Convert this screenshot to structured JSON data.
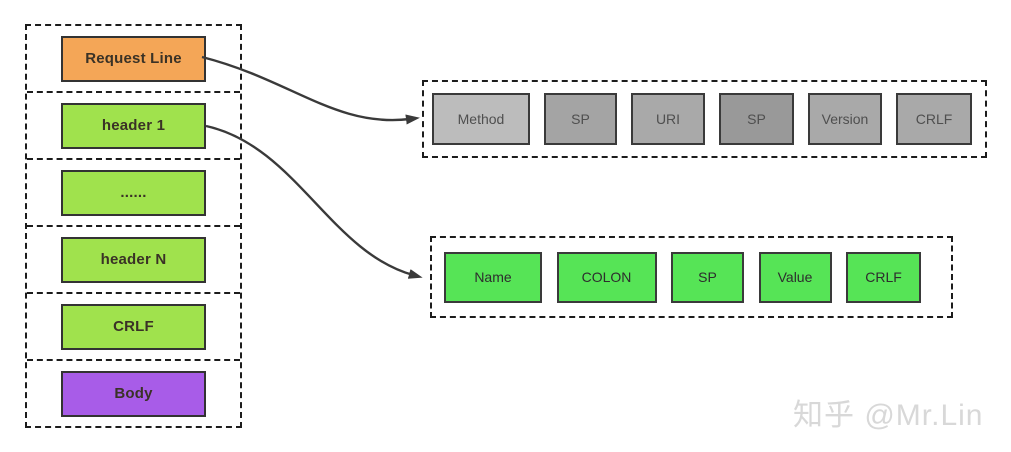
{
  "watermark": {
    "text": "知乎 @Mr.Lin",
    "color": "#d8d8d8"
  },
  "arrows": {
    "color": "#3a3a3a"
  },
  "request_stack": {
    "items": [
      {
        "label": "Request Line",
        "color": "#f4a657"
      },
      {
        "label": "header 1",
        "color": "#a0e24d"
      },
      {
        "label": "......",
        "color": "#a0e24d"
      },
      {
        "label": "header N",
        "color": "#a0e24d"
      },
      {
        "label": "CRLF",
        "color": "#a0e24d"
      },
      {
        "label": "Body",
        "color": "#a85ce8"
      }
    ]
  },
  "request_line_detail": {
    "items": [
      {
        "label": "Method",
        "color": "#bcbcbc"
      },
      {
        "label": "SP",
        "color": "#a4a4a4"
      },
      {
        "label": "URI",
        "color": "#a9a9a9"
      },
      {
        "label": "SP",
        "color": "#999999"
      },
      {
        "label": "Version",
        "color": "#a9a9a9"
      },
      {
        "label": "CRLF",
        "color": "#a9a9a9"
      }
    ]
  },
  "header_detail": {
    "items": [
      {
        "label": "Name",
        "color": "#56e456"
      },
      {
        "label": "COLON",
        "color": "#56e456"
      },
      {
        "label": "SP",
        "color": "#56e456"
      },
      {
        "label": "Value",
        "color": "#56e456"
      },
      {
        "label": "CRLF",
        "color": "#56e456"
      }
    ]
  }
}
